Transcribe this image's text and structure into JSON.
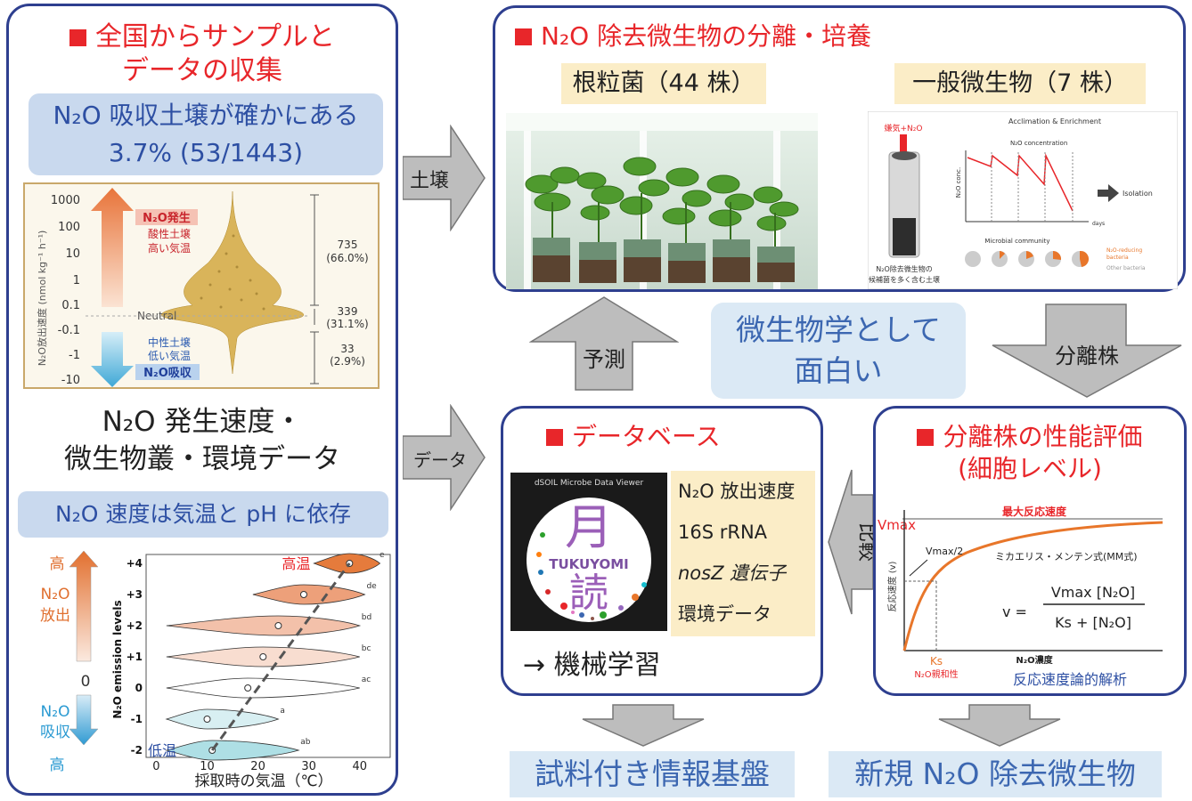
{
  "panel_collect": {
    "title_line1": "全国からサンプルと",
    "title_line2": "データの収集",
    "soil_box_line1": "N₂O 吸収土壌が確かにある",
    "soil_box_line2": "3.7% (53/1443)",
    "violin": {
      "y_axis_label": "N₂O放出速度 (nmol kg⁻¹ h⁻¹)",
      "y_ticks": [
        "1000",
        "100",
        "10",
        "1",
        "0.1",
        "-0.1",
        "-1",
        "-10"
      ],
      "neutral_label": "Neutral",
      "emission_label": "N₂O発生",
      "emission_desc1": "酸性土壌",
      "emission_desc2": "高い気温",
      "absorption_desc1": "中性土壌",
      "absorption_desc2": "低い気温",
      "absorption_label": "N₂O吸収",
      "count_high": "735",
      "pct_high": "(66.0%)",
      "count_neutral": "339",
      "pct_neutral": "(31.1%)",
      "count_low": "33",
      "pct_low": "(2.9%)"
    },
    "summary_line1": "N₂O 発生速度・",
    "summary_line2": "微生物叢・環境データ",
    "temp_box": "N₂O 速度は気温と pH に依存",
    "temp_chart": {
      "left_high_top": "高",
      "left_emit1": "N₂O",
      "left_emit2": "放出",
      "left_zero": "0",
      "left_absorb1": "N₂O",
      "left_absorb2": "吸収",
      "left_high_bottom": "高",
      "y_axis_label": "N₂O emission levels",
      "high_temp_label": "高温",
      "low_temp_label": "低温",
      "x_label": "採取時の気温（℃）"
    }
  },
  "chart_data": {
    "type": "violin",
    "xlabel": "採取時の気温（℃）",
    "ylabel": "N₂O emission levels",
    "x_ticks": [
      "0",
      "10",
      "20",
      "30",
      "40"
    ],
    "xlim": [
      -2,
      46
    ],
    "categories": [
      "+4",
      "+3",
      "+2",
      "+1",
      "0",
      "-1",
      "-2"
    ],
    "level_values": [
      4,
      3,
      2,
      1,
      0,
      -1,
      -2
    ],
    "median_temp": [
      38,
      29,
      24,
      21,
      18,
      10,
      11
    ],
    "temp_min": [
      31,
      19,
      2,
      2,
      2,
      2,
      2
    ],
    "temp_max": [
      44,
      41,
      40,
      40,
      40,
      24,
      28
    ],
    "letters": [
      "e",
      "de",
      "bd",
      "bc",
      "ac",
      "a",
      "ab"
    ],
    "fill_colors": [
      "#e57b3c",
      "#eda07a",
      "#f3c1aa",
      "#f8ddd0",
      "#ffffff",
      "#d8eff2",
      "#aedfe5"
    ]
  },
  "panel_isolate": {
    "title": "N₂O 除去微生物の分離・培養",
    "rhizobia_label": "根粒菌（44 株）",
    "general_label": "一般微生物（7 株）",
    "diagram": {
      "title": "Acclimation & Enrichment",
      "anaerobic": "嫌気+N₂O",
      "concentration": "N₂O concentration",
      "yaxis": "N₂O conc.",
      "days": "days",
      "isolation": "Isolation",
      "community": "Microbial community",
      "legend1": "N₂O-reducing",
      "legend2": "bacteria",
      "legend3": "Other bacteria",
      "caption1": "N₂O除去微生物の",
      "caption2": "候補菌を多く含む土壌"
    }
  },
  "arrows": {
    "soil": "土壌",
    "data": "データ",
    "predict": "予測",
    "isolates": "分離株",
    "compare": "比較"
  },
  "center_box": {
    "line1": "微生物学として",
    "line2": "面白い"
  },
  "panel_db": {
    "title": "データベース",
    "viewer_title": "dSOIL Microbe Data Viewer",
    "logo_kanji_top": "月",
    "logo_word": "TUKUYOMI",
    "logo_kanji_bottom": "読",
    "items": [
      "N₂O 放出速度",
      "16S rRNA",
      "nosZ 遺伝子",
      "環境データ"
    ],
    "ml": "→ 機械学習"
  },
  "panel_eval": {
    "title_line1": "分離株の性能評価",
    "title_line2": "(細胞レベル)",
    "vmax": "Vmax",
    "max_rate": "最大反応速度",
    "vmax_half": "Vmax/2",
    "equation_title": "ミカエリス・メンテン式(MM式)",
    "eq_v": "v =",
    "eq_num": "Vmax [N₂O]",
    "eq_den": "Ks + [N₂O]",
    "y_label": "反応速度 (v)",
    "x_label": "N₂O濃度",
    "ks": "Ks",
    "ks_desc": "N₂O親和性",
    "analysis": "反応速度論的解析"
  },
  "bottom": {
    "left": "試料付き情報基盤",
    "right": "新規 N₂O 除去微生物"
  },
  "colors": {
    "panel_border": "#2e3f8f",
    "accent_red": "#e8262a",
    "arrow_gray": "#bdbdbd",
    "light_blue": "#c9d9ee",
    "cream": "#fbedc7"
  }
}
